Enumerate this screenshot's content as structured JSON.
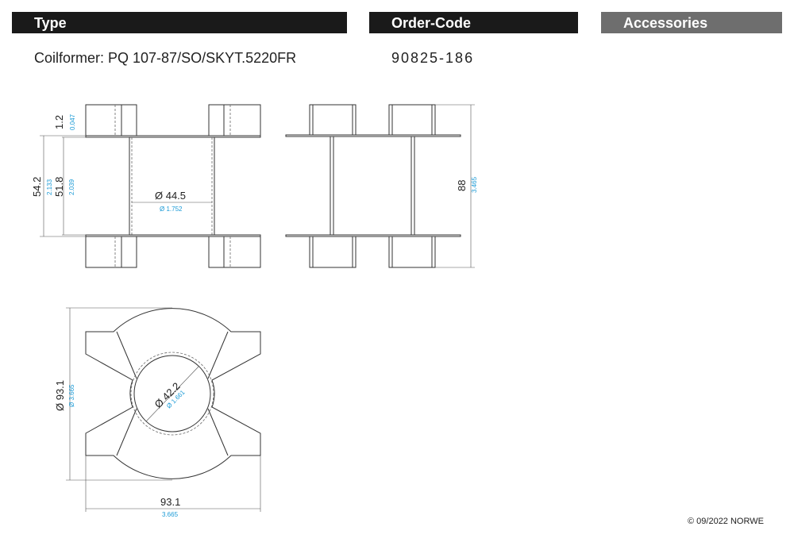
{
  "header": {
    "type_label": "Type",
    "order_code_label": "Order-Code",
    "accessories_label": "Accessories"
  },
  "product": {
    "type_value": "Coilformer:  PQ 107-87/SO/SKYT.5220FR",
    "order_code": "90825-186"
  },
  "dimensions": {
    "flange_thickness_mm": "1.2",
    "flange_thickness_in": "0.047",
    "outer_height_mm": "54.2",
    "outer_height_in": "2.133",
    "inner_height_mm": "51.8",
    "inner_height_in": "2.039",
    "tube_dia_mm": "Ø 44.5",
    "tube_dia_in": "Ø 1.752",
    "total_height_mm": "88",
    "total_height_in": "3.465",
    "flange_dia_mm": "Ø 93.1",
    "flange_dia_in": "Ø 3.665",
    "bore_dia_mm": "Ø 42.2",
    "bore_dia_in": "Ø 1.661",
    "width_mm": "93.1",
    "width_in": "3.665"
  },
  "footer": {
    "copyright": "© 09/2022 NORWE"
  },
  "colors": {
    "header_dark": "#1a1a1a",
    "header_gray": "#6e6e6e",
    "inch_blue": "#1a9ad6"
  }
}
